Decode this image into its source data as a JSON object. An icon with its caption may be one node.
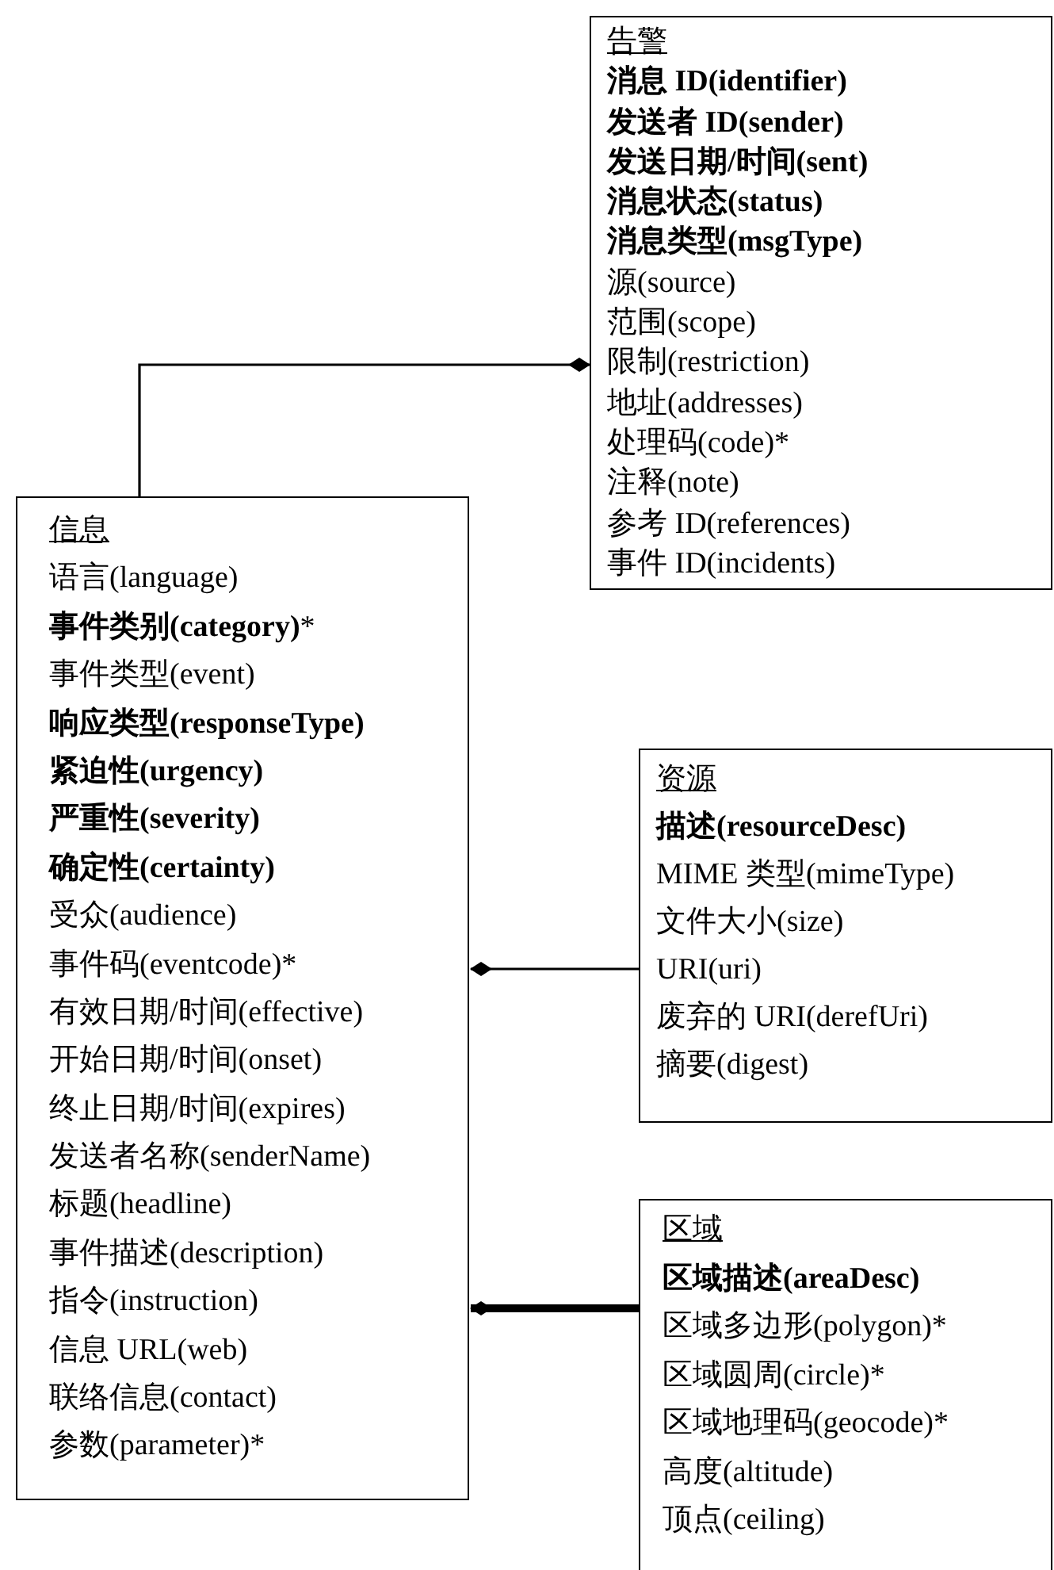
{
  "diagram": {
    "nodes": [
      {
        "text": [
          "告警",
          "**消息 ID(identifier)**",
          "**发送者 ID(sender)**",
          "**发送日期/时间(sent)**",
          "**消息状态(status)**",
          "**消息类型(msgType)**",
          "源(source)",
          "范围(scope)",
          "限制(restriction)",
          "地址(addresses)",
          "处理码(code)*",
          "注释(note)",
          "参考 ID(references)",
          "事件 ID(incidents)"
        ]
      },
      {
        "text": [
          "信息",
          "语言(language)",
          "**事件类别(category)***",
          "事件类型(event)",
          "**响应类型(responseType)**",
          "**紧迫性(urgency)**",
          "**严重性(severity)**",
          "**确定性(certainty)**",
          "受众(audience)",
          "事件码(eventcode)*",
          "有效日期/时间(effective)",
          "开始日期/时间(onset)",
          "终止日期/时间(expires)",
          "发送者名称(senderName)",
          "标题(headline)",
          "事件描述(description)",
          "指令(instruction)",
          "信息 URL(web)",
          "联络信息(contact)",
          "参数(parameter)*"
        ]
      },
      {
        "text": [
          "资源",
          "**描述(resourceDesc)**",
          "MIME 类型(mimeType)",
          "文件大小(size)",
          "URI(uri)",
          "废弃的 URI(derefUri)",
          "摘要(digest)"
        ]
      },
      {
        "text": [
          "区域",
          "**区域描述(areaDesc)**",
          "区域多边形(polygon)*",
          "区域圆周(circle)*",
          "区域地理码(geocode)*",
          "高度(altitude)",
          "顶点(ceiling)"
        ]
      }
    ],
    "edges": [
      {
        "from": 1,
        "to": 0,
        "arrow": "other"
      },
      {
        "from": 2,
        "to": 1,
        "arrow": "other"
      },
      {
        "from": 3,
        "to": 1,
        "arrow": "other",
        "style": "thick"
      }
    ]
  }
}
